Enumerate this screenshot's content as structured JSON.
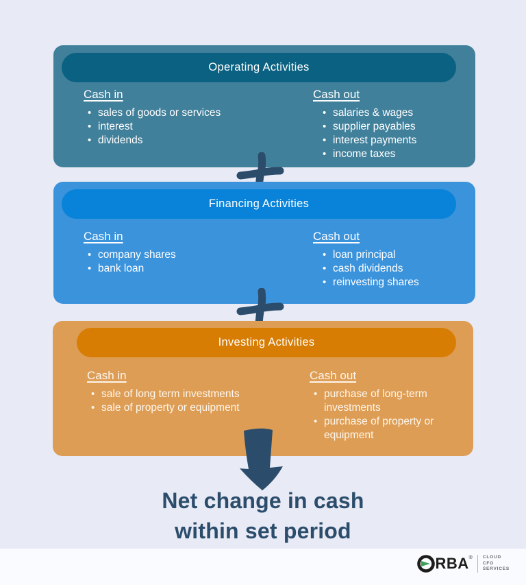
{
  "colors": {
    "page_background": "#e8eaf5",
    "footer_background": "#fafbfe",
    "operating_body": "#41809b",
    "operating_header": "#0b6181",
    "financing_body": "#3b93dc",
    "financing_header": "#0883d9",
    "investing_body": "#de9d55",
    "investing_header": "#d87d04",
    "connector_navy": "#2b4d6b",
    "logo_accent_green": "#3da05a"
  },
  "blocks": [
    {
      "title": "Operating Activities",
      "cash_in": {
        "label": "Cash in",
        "items": [
          "sales of goods or services",
          "interest",
          "dividends"
        ]
      },
      "cash_out": {
        "label": "Cash out",
        "items": [
          "salaries & wages",
          "supplier payables",
          "interest payments",
          "income taxes"
        ]
      }
    },
    {
      "title": "Financing Activities",
      "cash_in": {
        "label": "Cash in",
        "items": [
          "company shares",
          "bank loan"
        ]
      },
      "cash_out": {
        "label": "Cash out",
        "items": [
          "loan principal",
          "cash dividends",
          "reinvesting shares"
        ]
      }
    },
    {
      "title": "Investing Activities",
      "cash_in": {
        "label": "Cash in",
        "items": [
          "sale of long term investments",
          "sale of property or equipment"
        ]
      },
      "cash_out": {
        "label": "Cash out",
        "items": [
          "purchase of long-term investments",
          "purchase of property or equipment"
        ]
      }
    }
  ],
  "result": {
    "line1": "Net change in cash",
    "line2": "within set period"
  },
  "logo": {
    "name_rest": "RBA",
    "registered": "®",
    "tagline": [
      "CLOUD",
      "CFO",
      "SERVICES"
    ]
  }
}
